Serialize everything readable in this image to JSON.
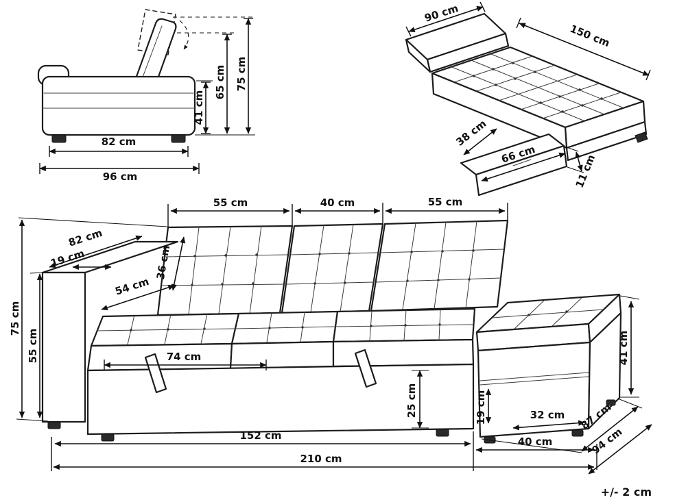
{
  "diagram": {
    "tolerance": "+/- 2 cm",
    "colors": {
      "line": "#1c1c1c",
      "background": "#ffffff"
    },
    "side_view": {
      "seat_depth": "82 cm",
      "total_depth": "96 cm",
      "seat_height": "41 cm",
      "back_height": "65 cm",
      "total_height": "75 cm"
    },
    "bed_view": {
      "headboard_width": "90 cm",
      "mattress_length": "150 cm",
      "drawer_depth": "38 cm",
      "drawer_width": "66 cm",
      "drawer_height": "11 cm"
    },
    "sofa_view": {
      "seat_left_width": "55 cm",
      "seat_middle_width": "40 cm",
      "seat_right_width": "55 cm",
      "armrest_depth": "82 cm",
      "armrest_width": "19 cm",
      "seat_depth": "54 cm",
      "backrest_height": "36 cm",
      "total_height": "75 cm",
      "armrest_height": "55 cm",
      "pullout_width": "74 cm",
      "base_height": "25 cm",
      "shelf_opening_height": "19 cm",
      "shelf_opening_width": "32 cm",
      "chaise_depth": "87 cm",
      "chaise_height": "41 cm",
      "total_depth": "94 cm",
      "chaise_width": "40 cm",
      "main_section_width": "152 cm",
      "total_width": "210 cm"
    }
  }
}
